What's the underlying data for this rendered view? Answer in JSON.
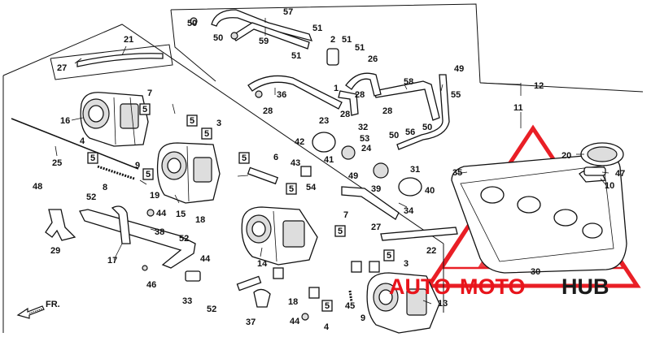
{
  "watermark": {
    "auto": "AUTO",
    "moto": "MOTO",
    "hub": "HUB",
    "accent_color": "#e8141b",
    "dark_color": "#1a1a1a"
  },
  "direction": "FR.",
  "callouts": {
    "n1": "1",
    "n2": "2",
    "n3": "3",
    "n3b": "3",
    "n4": "4",
    "n4b": "4",
    "n5a": "5",
    "n5b": "5",
    "n5c": "5",
    "n5d": "5",
    "n5e": "5",
    "n5f": "5",
    "n5g": "5",
    "n5h": "5",
    "n5i": "5",
    "n5j": "5",
    "n6": "6",
    "n7": "7",
    "n7b": "7",
    "n8": "8",
    "n9": "9",
    "n9b": "9",
    "n10": "10",
    "n11": "11",
    "n12": "12",
    "n13": "13",
    "n14": "14",
    "n15": "15",
    "n16": "16",
    "n17": "17",
    "n18": "18",
    "n18b": "18",
    "n19": "19",
    "n20": "20",
    "n21": "21",
    "n22": "22",
    "n23": "23",
    "n24": "24",
    "n25": "25",
    "n26": "26",
    "n27": "27",
    "n27b": "27",
    "n28a": "28",
    "n28b": "28",
    "n28c": "28",
    "n28d": "28",
    "n29": "29",
    "n30": "30",
    "n31": "31",
    "n32": "32",
    "n33": "33",
    "n34": "34",
    "n35": "35",
    "n36": "36",
    "n37": "37",
    "n38": "38",
    "n39": "39",
    "n40": "40",
    "n41": "41",
    "n42": "42",
    "n43": "43",
    "n44a": "44",
    "n44b": "44",
    "n44c": "44",
    "n45": "45",
    "n46": "46",
    "n47": "47",
    "n48": "48",
    "n49": "49",
    "n49b": "49",
    "n50a": "50",
    "n50b": "50",
    "n50c": "50",
    "n50d": "50",
    "n51a": "51",
    "n51b": "51",
    "n51c": "51",
    "n51d": "51",
    "n52a": "52",
    "n52b": "52",
    "n52c": "52",
    "n53": "53",
    "n54": "54",
    "n55": "55",
    "n56": "56",
    "n57": "57",
    "n58": "58",
    "n59": "59"
  }
}
